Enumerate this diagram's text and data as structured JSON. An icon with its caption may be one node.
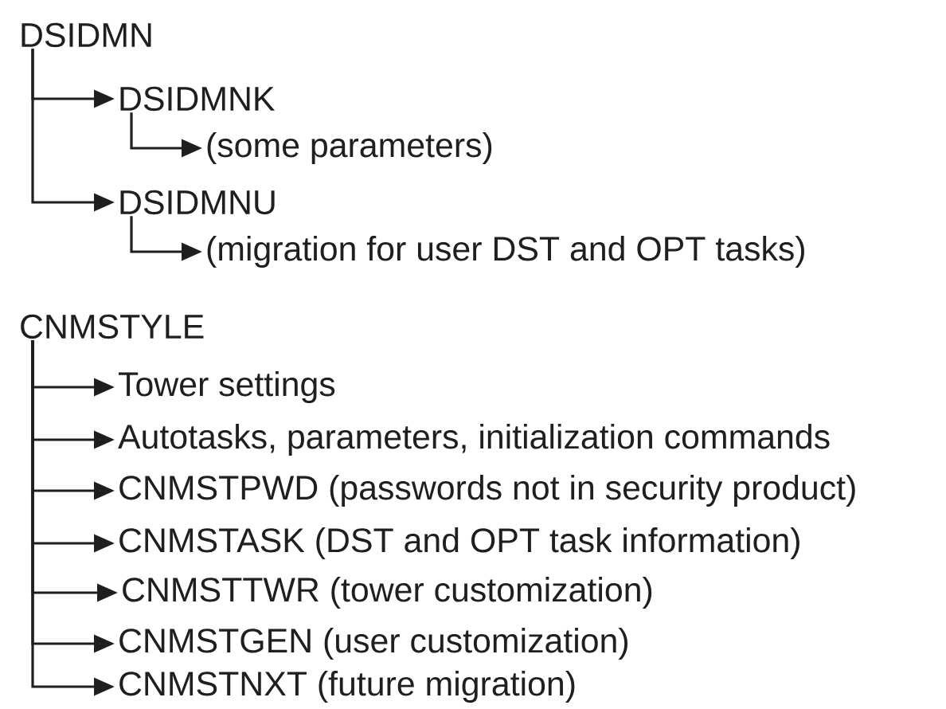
{
  "diagram": {
    "nodes": [
      {
        "text": [
          "DSIDMN"
        ]
      },
      {
        "text": [
          "DSIDMNK"
        ]
      },
      {
        "text": [
          "(some parameters)"
        ]
      },
      {
        "text": [
          "DSIDMNU"
        ]
      },
      {
        "text": [
          "(migration for user DST and OPT tasks)"
        ]
      },
      {
        "text": [
          "CNMSTYLE"
        ]
      },
      {
        "text": [
          "Tower settings"
        ]
      },
      {
        "text": [
          "Autotasks, parameters, initialization commands"
        ]
      },
      {
        "text": [
          "CNMSTPWD (passwords not in security product)"
        ]
      },
      {
        "text": [
          "CNMSTASK (DST and OPT task information)"
        ]
      },
      {
        "text": [
          "CNMSTTWR (tower customization)"
        ]
      },
      {
        "text": [
          "CNMSTGEN (user customization)"
        ]
      },
      {
        "text": [
          "CNMSTNXT (future migration)"
        ]
      }
    ],
    "edges": [
      {
        "from": 0,
        "to": 1,
        "arrow": "to"
      },
      {
        "from": 1,
        "to": 2,
        "arrow": "to"
      },
      {
        "from": 0,
        "to": 3,
        "arrow": "to"
      },
      {
        "from": 3,
        "to": 4,
        "arrow": "to"
      },
      {
        "from": 5,
        "to": 6,
        "arrow": "to"
      },
      {
        "from": 5,
        "to": 7,
        "arrow": "to"
      },
      {
        "from": 5,
        "to": 8,
        "arrow": "to"
      },
      {
        "from": 5,
        "to": 9,
        "arrow": "to"
      },
      {
        "from": 5,
        "to": 10,
        "arrow": "to"
      },
      {
        "from": 5,
        "to": 11,
        "arrow": "to"
      },
      {
        "from": 5,
        "to": 12,
        "arrow": "to"
      }
    ]
  }
}
